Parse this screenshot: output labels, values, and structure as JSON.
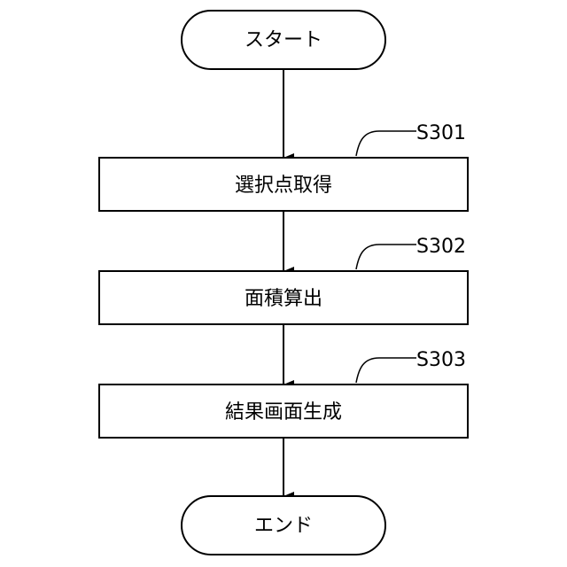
{
  "flowchart": {
    "start": {
      "label": "スタート"
    },
    "steps": [
      {
        "id": "S301",
        "label": "選択点取得"
      },
      {
        "id": "S302",
        "label": "面積算出"
      },
      {
        "id": "S303",
        "label": "結果画面生成"
      }
    ],
    "end": {
      "label": "エンド"
    }
  }
}
